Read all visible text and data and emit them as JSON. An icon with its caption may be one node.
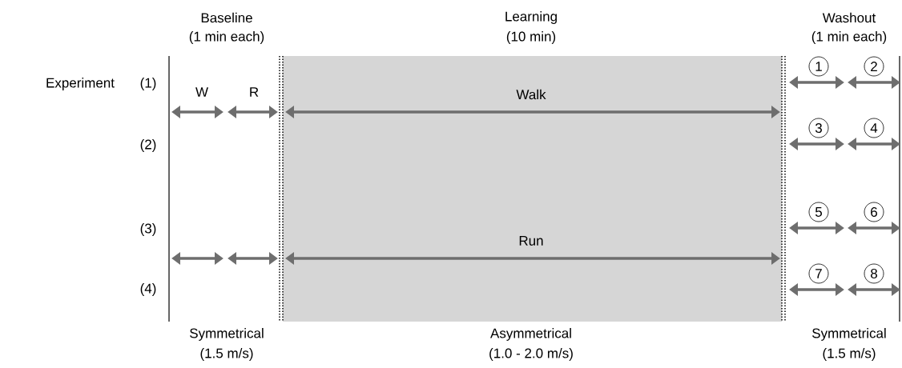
{
  "diagram": {
    "nodes": [
      {
        "text": [
          "1"
        ]
      },
      {
        "text": [
          "2"
        ]
      },
      {
        "text": [
          "3"
        ]
      },
      {
        "text": [
          "4"
        ]
      },
      {
        "text": [
          "5"
        ]
      },
      {
        "text": [
          "6"
        ]
      },
      {
        "text": [
          "7"
        ]
      },
      {
        "text": [
          "8"
        ]
      }
    ],
    "labels": [
      "Baseline",
      "(1 min each)",
      "Learning",
      "(10 min)",
      "Washout",
      "(1 min each)",
      "Experiment",
      "(1)",
      "W",
      "R",
      "Walk",
      "(2)",
      "(3)",
      "Run",
      "(4)",
      "Symmetrical",
      "(1.5 m/s)",
      "Asymmetrical",
      "(1.0 - 2.0 m/s)",
      "Symmetrical",
      "(1.5 m/s)"
    ]
  }
}
